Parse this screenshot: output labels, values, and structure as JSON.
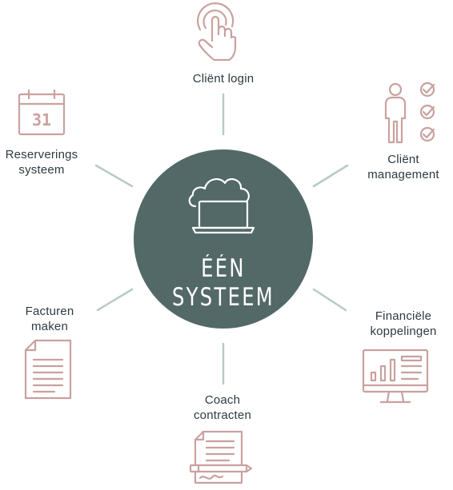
{
  "colors": {
    "circle": "#536968",
    "connector": "#b8cbc2",
    "icon_stroke": "#c9a19e",
    "text": "#2e3a40",
    "white": "#ffffff"
  },
  "center": {
    "title": "ÉÉN SYSTEEM",
    "icon": "cloud-laptop-icon"
  },
  "nodes": {
    "client_login": {
      "lines": [
        "Cliënt login"
      ],
      "icon": "touch-hand-icon"
    },
    "client_management": {
      "lines": [
        "Cliënt",
        "management"
      ],
      "icon": "person-checklist-icon"
    },
    "financiele": {
      "lines": [
        "Financiële",
        "koppelingen"
      ],
      "icon": "bar-chart-monitor-icon"
    },
    "coach": {
      "lines": [
        "Coach",
        "contracten"
      ],
      "icon": "contract-pen-icon"
    },
    "facturen": {
      "lines": [
        "Facturen",
        "maken"
      ],
      "icon": "document-icon"
    },
    "reserverings": {
      "lines": [
        "Reserverings",
        "systeem"
      ],
      "icon": "calendar-icon"
    }
  },
  "calendar_day": "31"
}
